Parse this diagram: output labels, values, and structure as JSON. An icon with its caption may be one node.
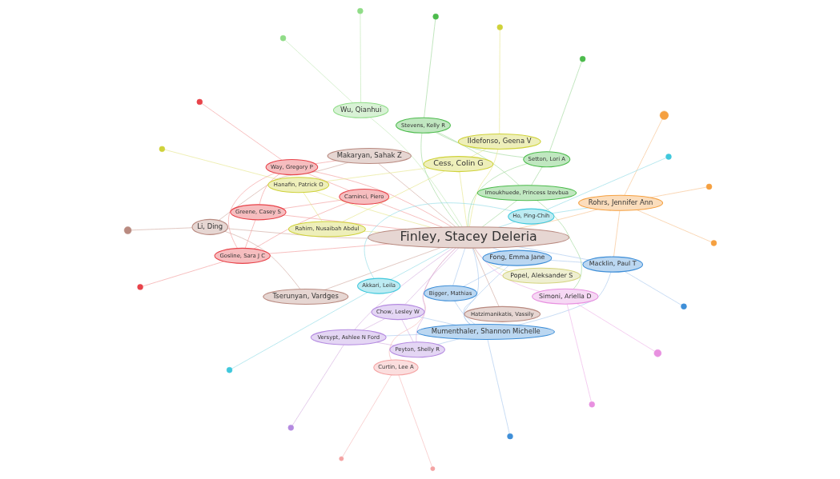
{
  "diagram": {
    "nodes": [
      {
        "text": [
          "Setton, Lori A"
        ]
      },
      {
        "text": [
          "Stevens, Kelly R"
        ]
      },
      {
        "text": [
          "Imoukhuede, Princess Izevbua"
        ]
      },
      {
        "text": [
          "Versypt, Ashlee N Ford"
        ]
      },
      {
        "text": [
          "Curtin, Lee A"
        ]
      },
      {
        "text": [
          "Chow, Lesley W"
        ]
      },
      {
        "text": [
          "Peyton, Shelly R"
        ]
      },
      {
        "text": [
          "Mumenthaler, Shannon Michelle"
        ]
      },
      {
        "text": [
          "Bigger, Mathias"
        ]
      },
      {
        "text": [
          "Popel, Aleksander S"
        ]
      },
      {
        "text": [
          "Simoni, Ariella D"
        ]
      },
      {
        "text": [
          "Fong, Emma Jane"
        ]
      },
      {
        "text": [
          "Tserunyan, Vardges"
        ]
      },
      {
        "text": [
          "Macklin, Paul T"
        ]
      },
      {
        "text": [
          "Hatzimanikatis, Vassily"
        ]
      },
      {
        "text": [
          "Finley, Stacey Deleria"
        ]
      },
      {
        "text": [
          "Rohrs, Jennifer Ann"
        ]
      },
      {
        "text": [
          "Carninci, Piero"
        ]
      },
      {
        "text": [
          "Li, Ding"
        ]
      },
      {
        "text": [
          "Way, Gregory P"
        ]
      },
      {
        "text": [
          "Makaryan, Sahak Z"
        ]
      },
      {
        "text": [
          "Greene, Casey S"
        ]
      },
      {
        "text": [
          "Gosline, Sara J C"
        ]
      },
      {
        "text": [
          "Wu, Qianhui"
        ]
      },
      {
        "text": [
          "Ildefonso, Geena V"
        ]
      },
      {
        "text": [
          "Cess, Colin G"
        ]
      },
      {
        "text": [
          "Rahim, Nusaibah Abdul"
        ]
      },
      {
        "text": [
          "Hanafin, Patrick O"
        ]
      },
      {
        "text": [
          "Ho, Ping-Chih"
        ]
      },
      {
        "text": [
          "Akkari, Leila"
        ]
      },
      {
        "text": [],
        "shape": "circle"
      },
      {
        "text": [],
        "shape": "circle"
      },
      {
        "text": [],
        "shape": "circle"
      },
      {
        "text": [],
        "shape": "circle"
      },
      {
        "text": [],
        "shape": "circle"
      },
      {
        "text": [],
        "shape": "circle"
      },
      {
        "text": [],
        "shape": "circle"
      },
      {
        "text": [],
        "shape": "circle"
      },
      {
        "text": [],
        "shape": "circle"
      },
      {
        "text": [],
        "shape": "circle"
      },
      {
        "text": [],
        "shape": "circle"
      },
      {
        "text": [],
        "shape": "circle"
      },
      {
        "text": [],
        "shape": "circle"
      },
      {
        "text": [],
        "shape": "circle"
      },
      {
        "text": [],
        "shape": "circle"
      },
      {
        "text": [],
        "shape": "circle"
      },
      {
        "text": [],
        "shape": "circle"
      },
      {
        "text": [],
        "shape": "circle"
      },
      {
        "text": [],
        "shape": "circle"
      },
      {
        "text": [],
        "shape": "circle"
      },
      {
        "text": [],
        "shape": "circle"
      }
    ],
    "edges": [
      {
        "from": 15,
        "to": 0,
        "arrow": "none",
        "color": "#9fd89a"
      },
      {
        "from": 15,
        "to": 1,
        "arrow": "none",
        "color": "#9fd89a"
      },
      {
        "from": 15,
        "to": 2,
        "arrow": "none",
        "color": "#9fd89a"
      },
      {
        "from": 15,
        "to": 3,
        "arrow": "none",
        "color": "#d4aee0"
      },
      {
        "from": 15,
        "to": 4,
        "arrow": "none",
        "color": "#f6b8b8"
      },
      {
        "from": 15,
        "to": 5,
        "arrow": "none",
        "color": "#d4aee0"
      },
      {
        "from": 15,
        "to": 6,
        "arrow": "none",
        "color": "#d4aee0"
      },
      {
        "from": 15,
        "to": 7,
        "arrow": "none",
        "color": "#a8c8ee"
      },
      {
        "from": 15,
        "to": 8,
        "arrow": "none",
        "color": "#a8c8ee"
      },
      {
        "from": 15,
        "to": 9,
        "arrow": "none",
        "color": "#dcdc9a"
      },
      {
        "from": 15,
        "to": 10,
        "arrow": "none",
        "color": "#eeb0e8"
      },
      {
        "from": 15,
        "to": 11,
        "arrow": "none",
        "color": "#a8c8ee"
      },
      {
        "from": 15,
        "to": 12,
        "arrow": "none",
        "color": "#d0a89f"
      },
      {
        "from": 15,
        "to": 13,
        "arrow": "none",
        "color": "#a8c8ee"
      },
      {
        "from": 15,
        "to": 14,
        "arrow": "none",
        "color": "#d0a89f"
      },
      {
        "from": 15,
        "to": 16,
        "arrow": "none",
        "color": "#f7c08a"
      },
      {
        "from": 15,
        "to": 17,
        "arrow": "none"
      },
      {
        "from": 15,
        "to": 18,
        "arrow": "none",
        "color": "#d0a89f"
      },
      {
        "from": 15,
        "to": 19,
        "arrow": "none"
      },
      {
        "from": 15,
        "to": 20,
        "arrow": "none",
        "color": "#d0a89f"
      },
      {
        "from": 15,
        "to": 21,
        "arrow": "none"
      },
      {
        "from": 15,
        "to": 22,
        "arrow": "none"
      },
      {
        "from": 15,
        "to": 23,
        "arrow": "none",
        "color": "#bfe8b5"
      },
      {
        "from": 15,
        "to": 24,
        "arrow": "none",
        "color": "#e6e68a"
      },
      {
        "from": 15,
        "to": 25,
        "arrow": "none",
        "color": "#e6e68a"
      },
      {
        "from": 15,
        "to": 26,
        "arrow": "none",
        "color": "#e6e68a"
      },
      {
        "from": 15,
        "to": 27,
        "arrow": "none",
        "color": "#e6e68a"
      },
      {
        "from": 15,
        "to": 28,
        "arrow": "none",
        "color": "#8fdbe6"
      },
      {
        "from": 15,
        "to": 29,
        "arrow": "none",
        "color": "#8fdbe6"
      },
      {
        "from": 0,
        "to": 1,
        "arrow": "none",
        "color": "#9fd89a"
      },
      {
        "from": 0,
        "to": 2,
        "arrow": "none",
        "color": "#9fd89a"
      },
      {
        "from": 1,
        "to": 2,
        "arrow": "none",
        "color": "#9fd89a"
      },
      {
        "from": 2,
        "to": 10,
        "arrow": "none",
        "color": "#9fd89a"
      },
      {
        "from": 3,
        "to": 5,
        "arrow": "none",
        "color": "#d4aee0"
      },
      {
        "from": 3,
        "to": 6,
        "arrow": "none",
        "color": "#d4aee0"
      },
      {
        "from": 5,
        "to": 6,
        "arrow": "none",
        "color": "#d4aee0"
      },
      {
        "from": 7,
        "to": 3,
        "arrow": "none",
        "color": "#a8c8ee"
      },
      {
        "from": 7,
        "to": 5,
        "arrow": "none",
        "color": "#a8c8ee"
      },
      {
        "from": 7,
        "to": 6,
        "arrow": "none",
        "color": "#a8c8ee"
      },
      {
        "from": 7,
        "to": 8,
        "arrow": "none",
        "color": "#a8c8ee"
      },
      {
        "from": 7,
        "to": 11,
        "arrow": "none",
        "color": "#a8c8ee"
      },
      {
        "from": 7,
        "to": 13,
        "arrow": "none",
        "color": "#a8c8ee"
      },
      {
        "from": 11,
        "to": 13,
        "arrow": "none",
        "color": "#a8c8ee"
      },
      {
        "from": 8,
        "to": 11,
        "arrow": "none",
        "color": "#a8c8ee"
      },
      {
        "from": 16,
        "to": 13,
        "arrow": "none",
        "color": "#f7c08a"
      },
      {
        "from": 12,
        "to": 18,
        "arrow": "none",
        "color": "#d0a89f"
      },
      {
        "from": 18,
        "to": 20,
        "arrow": "none",
        "color": "#d0a89f"
      },
      {
        "from": 17,
        "to": 19,
        "arrow": "none"
      },
      {
        "from": 17,
        "to": 21,
        "arrow": "none"
      },
      {
        "from": 17,
        "to": 22,
        "arrow": "none"
      },
      {
        "from": 19,
        "to": 21,
        "arrow": "none"
      },
      {
        "from": 19,
        "to": 22,
        "arrow": "none"
      },
      {
        "from": 21,
        "to": 22,
        "arrow": "none"
      },
      {
        "from": 19,
        "to": 20,
        "arrow": "none"
      },
      {
        "from": 24,
        "to": 25,
        "arrow": "none",
        "color": "#e6e68a"
      },
      {
        "from": 25,
        "to": 26,
        "arrow": "none",
        "color": "#e6e68a"
      },
      {
        "from": 25,
        "to": 27,
        "arrow": "none",
        "color": "#e6e68a"
      },
      {
        "from": 26,
        "to": 27,
        "arrow": "none",
        "color": "#e6e68a"
      },
      {
        "from": 28,
        "to": 29,
        "arrow": "none",
        "color": "#8fdbe6"
      },
      {
        "from": 28,
        "to": 16,
        "arrow": "none",
        "color": "#8fdbe6"
      },
      {
        "from": 30,
        "to": 0,
        "arrow": "none",
        "color": "#9fd89a"
      },
      {
        "from": 31,
        "to": 1,
        "arrow": "none",
        "color": "#9fd89a"
      },
      {
        "from": 32,
        "to": 3,
        "arrow": "none",
        "color": "#d4aee0"
      },
      {
        "from": 33,
        "to": 4,
        "arrow": "none",
        "color": "#f6b8b8"
      },
      {
        "from": 34,
        "to": 4,
        "arrow": "none",
        "color": "#f6b8b8"
      },
      {
        "from": 35,
        "to": 7,
        "arrow": "none",
        "color": "#a8c8ee"
      },
      {
        "from": 36,
        "to": 10,
        "arrow": "none",
        "color": "#eeb0e8"
      },
      {
        "from": 37,
        "to": 10,
        "arrow": "none",
        "color": "#eeb0e8"
      },
      {
        "from": 38,
        "to": 13,
        "arrow": "none",
        "color": "#a8c8ee"
      },
      {
        "from": 39,
        "to": 16,
        "arrow": "none",
        "color": "#f7c08a"
      },
      {
        "from": 40,
        "to": 16,
        "arrow": "none",
        "color": "#f7c08a"
      },
      {
        "from": 41,
        "to": 18,
        "arrow": "none",
        "color": "#d0a89f"
      },
      {
        "from": 42,
        "to": 19,
        "arrow": "none"
      },
      {
        "from": 43,
        "to": 22,
        "arrow": "none"
      },
      {
        "from": 44,
        "to": 16,
        "arrow": "none",
        "color": "#f7c08a"
      },
      {
        "from": 45,
        "to": 23,
        "arrow": "none",
        "color": "#bfe8b5"
      },
      {
        "from": 46,
        "to": 23,
        "arrow": "none",
        "color": "#bfe8b5"
      },
      {
        "from": 47,
        "to": 24,
        "arrow": "none",
        "color": "#e6e68a"
      },
      {
        "from": 48,
        "to": 27,
        "arrow": "none",
        "color": "#e6e68a"
      },
      {
        "from": 49,
        "to": 28,
        "arrow": "none",
        "color": "#8fdbe6"
      },
      {
        "from": 50,
        "to": 29,
        "arrow": "none",
        "color": "#8fdbe6"
      }
    ]
  }
}
